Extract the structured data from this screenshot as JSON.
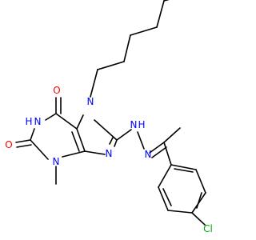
{
  "colors": {
    "bond": "#000000",
    "N": "#0000ff",
    "O": "#ff0000",
    "Cl": "#00aa00",
    "background": "#ffffff"
  },
  "atoms": {
    "o_top": "O",
    "o_left": "O",
    "nh_ring": "H",
    "nh_ring_n": "N",
    "n_methyl": "N",
    "n_bottom": "N",
    "n_imid_right": "N",
    "n_heptyl": "N",
    "nh_hydrazine_n": "N",
    "nh_hydrazine_h": "H",
    "n_imine": "N",
    "cl": "Cl"
  }
}
